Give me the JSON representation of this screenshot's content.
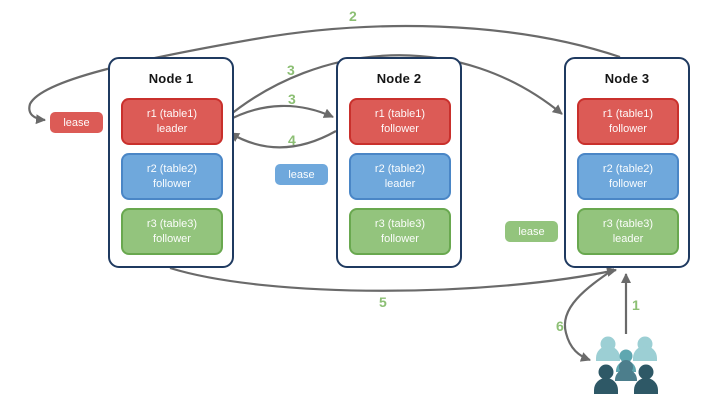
{
  "diagram": {
    "nodes": [
      {
        "title": "Node 1",
        "replicas": [
          {
            "name": "r1 (table1)",
            "role": "leader",
            "color": "red"
          },
          {
            "name": "r2 (table2)",
            "role": "follower",
            "color": "blue"
          },
          {
            "name": "r3 (table3)",
            "role": "follower",
            "color": "green"
          }
        ]
      },
      {
        "title": "Node 2",
        "replicas": [
          {
            "name": "r1 (table1)",
            "role": "follower",
            "color": "red"
          },
          {
            "name": "r2 (table2)",
            "role": "leader",
            "color": "blue"
          },
          {
            "name": "r3 (table3)",
            "role": "follower",
            "color": "green"
          }
        ]
      },
      {
        "title": "Node 3",
        "replicas": [
          {
            "name": "r1 (table1)",
            "role": "follower",
            "color": "red"
          },
          {
            "name": "r2 (table2)",
            "role": "follower",
            "color": "blue"
          },
          {
            "name": "r3 (table3)",
            "role": "leader",
            "color": "green"
          }
        ]
      }
    ],
    "leases": [
      {
        "label": "lease",
        "color": "red"
      },
      {
        "label": "lease",
        "color": "blue"
      },
      {
        "label": "lease",
        "color": "green"
      }
    ],
    "steps": {
      "s1": "1",
      "s2": "2",
      "s3a": "3",
      "s3b": "3",
      "s4": "4",
      "s5": "5",
      "s6": "6"
    },
    "icons": {
      "users": "user-group-icon"
    },
    "colors": {
      "replica_red": "#dc5b56",
      "replica_red_border": "#c9302c",
      "replica_blue": "#6fa8dc",
      "replica_blue_border": "#4a86c6",
      "replica_green": "#93c47d",
      "replica_green_border": "#69a84f",
      "node_border": "#1f3a60",
      "arrow": "#6a6a6a",
      "step_label": "#8cbf74",
      "users_light": "#9ccfd4",
      "users_mid": "#5fa7b0",
      "users_slate": "#4c7e8c",
      "users_dark": "#2e5866"
    }
  }
}
